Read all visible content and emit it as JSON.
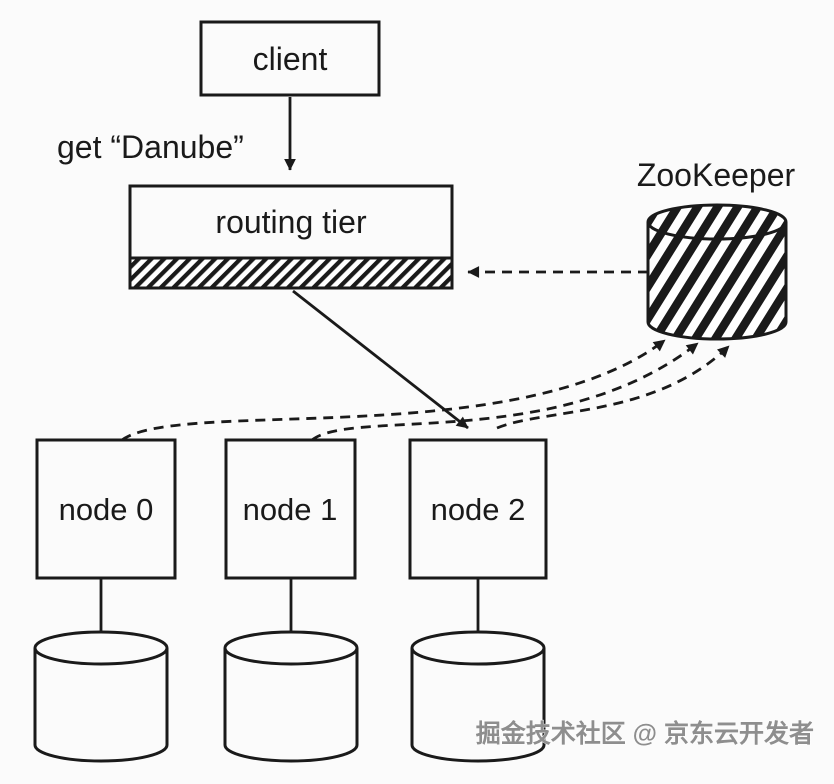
{
  "diagram": {
    "client": {
      "label": "client"
    },
    "request": {
      "label": "get “Danube”"
    },
    "routing_tier": {
      "label": "routing tier"
    },
    "zookeeper": {
      "label": "ZooKeeper"
    },
    "nodes": [
      {
        "label": "node 0"
      },
      {
        "label": "node 1"
      },
      {
        "label": "node 2"
      }
    ],
    "watermark": {
      "label": "掘金技术社区 @ 京东云开发者"
    },
    "colors": {
      "ink": "#1a1a1a",
      "background": "#fbfbfb",
      "watermark_gray": "#8e8e8e"
    }
  }
}
